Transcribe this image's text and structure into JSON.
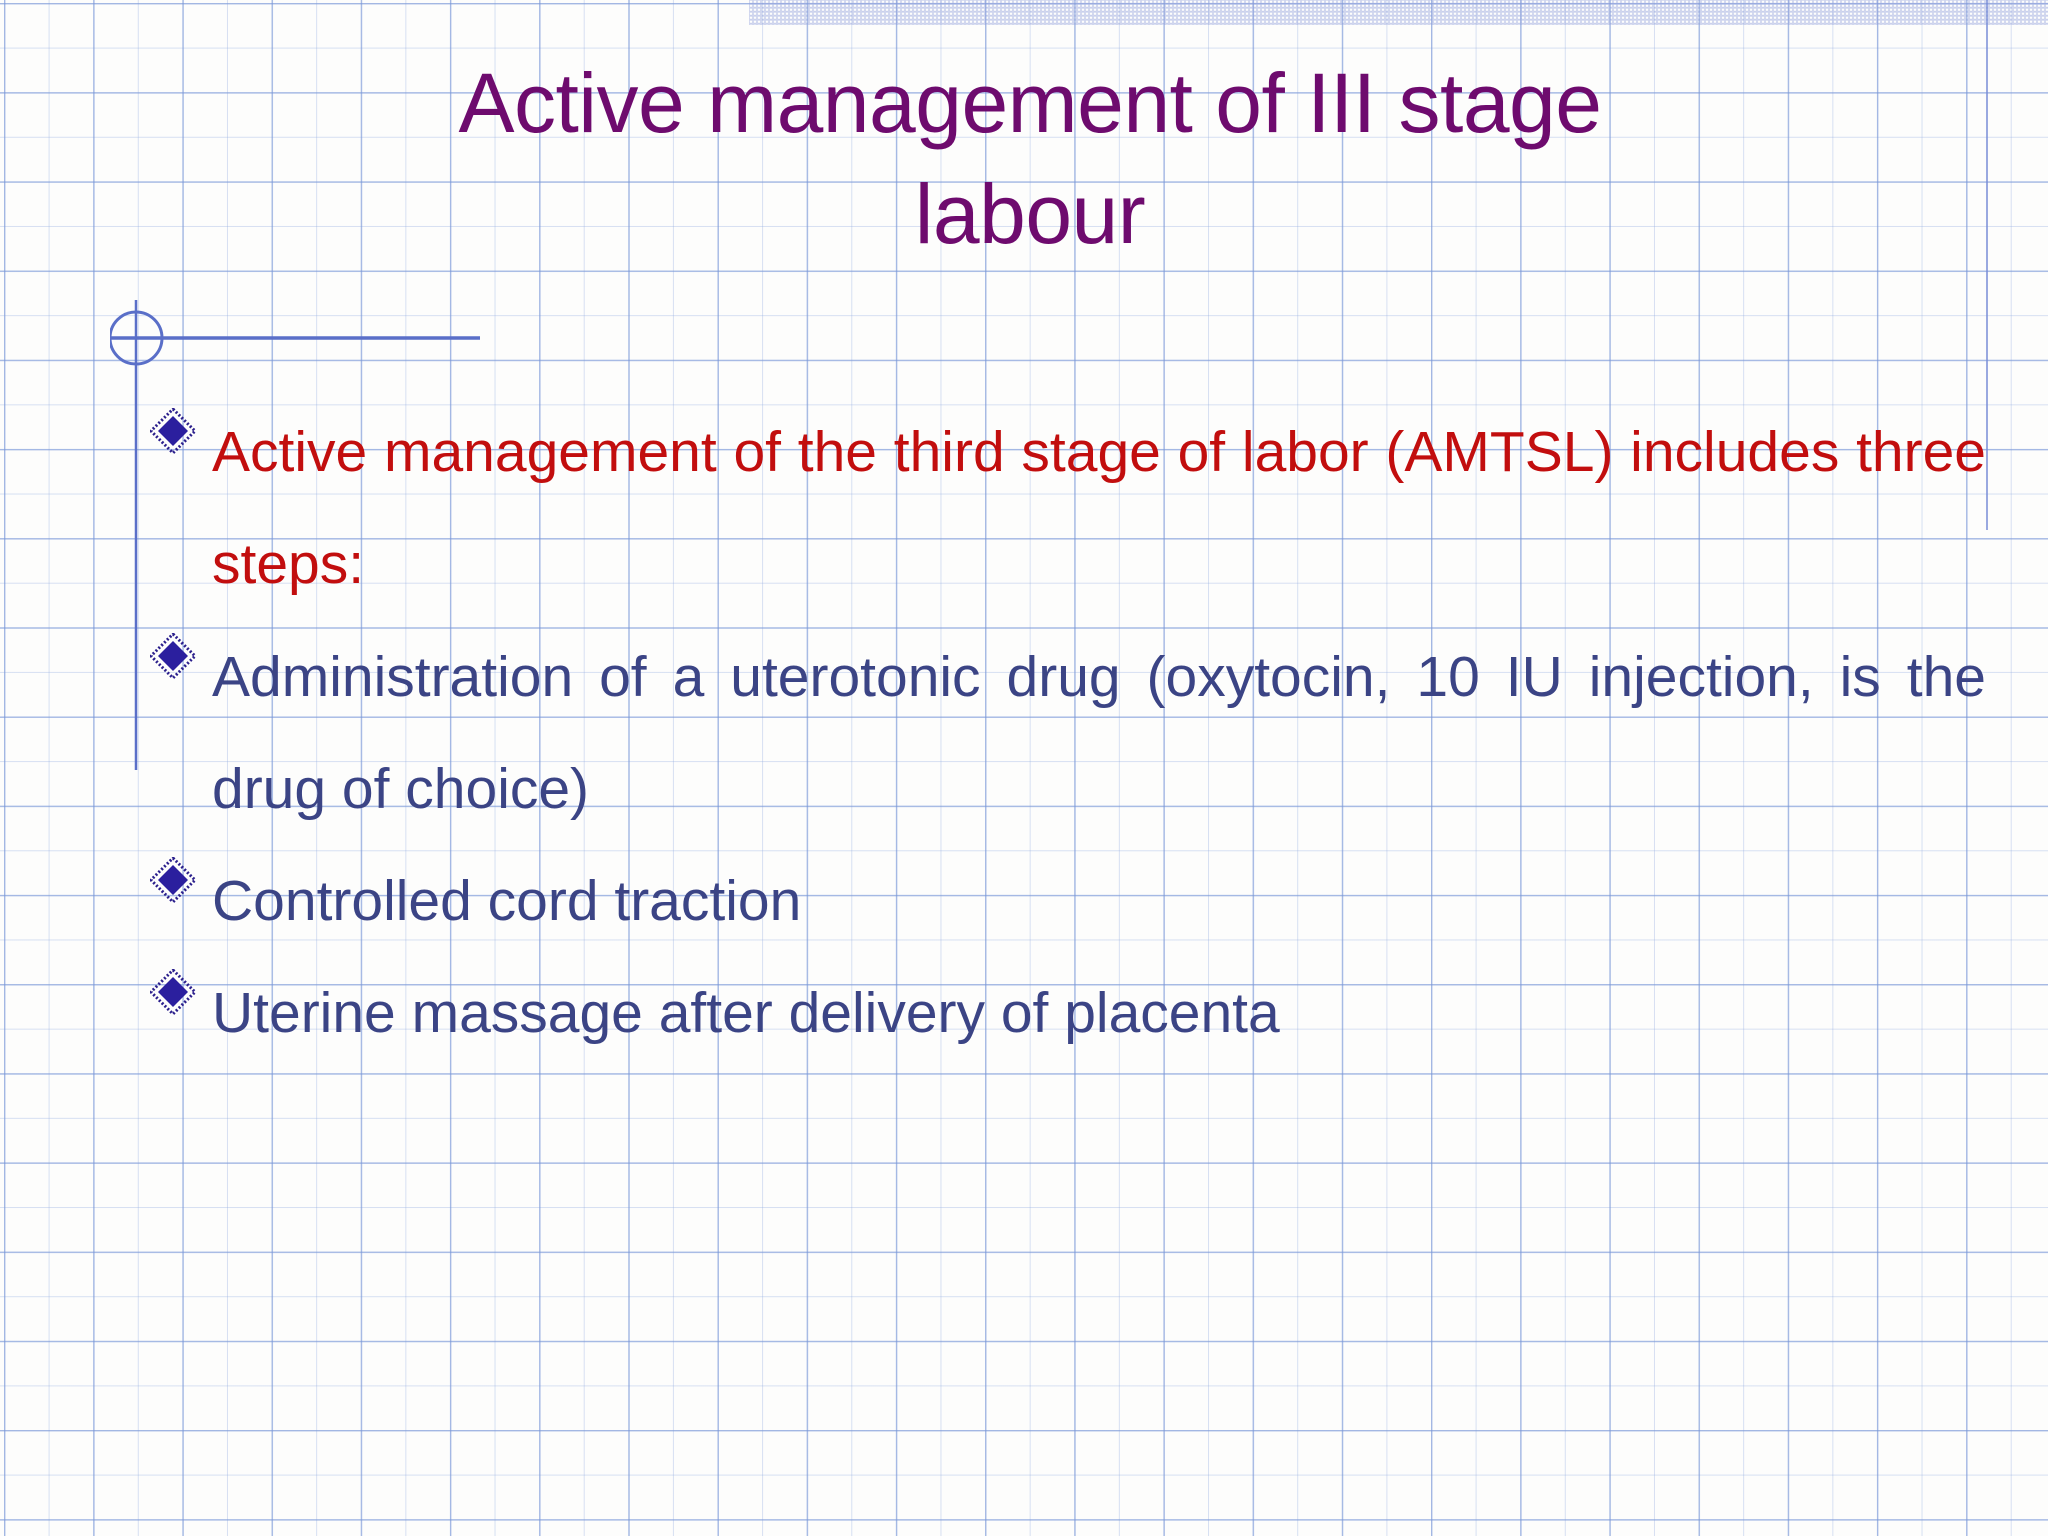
{
  "slide": {
    "title": "Active management of III stage\nlabour",
    "title_color": "#6E0B6E",
    "red_color": "#C20E0E",
    "navy_color": "#3B4485",
    "grid_color": "#93AFE1",
    "background_color": "#FDFDFC"
  },
  "bullets": [
    {
      "marker": "diamond-bullet-icon",
      "color_role": "red",
      "text": "Active management of the third stage of labor (AMTSL) includes three steps:"
    },
    {
      "marker": "diamond-bullet-icon",
      "color_role": "navy",
      "text": " Administration of a uterotonic drug (oxytocin, 10 IU injection, is the drug of choice)"
    },
    {
      "marker": "diamond-bullet-icon",
      "color_role": "navy",
      "text": "Controlled cord traction"
    },
    {
      "marker": "diamond-bullet-icon",
      "color_role": "navy",
      "text": "Uterine massage after delivery of placenta"
    }
  ]
}
